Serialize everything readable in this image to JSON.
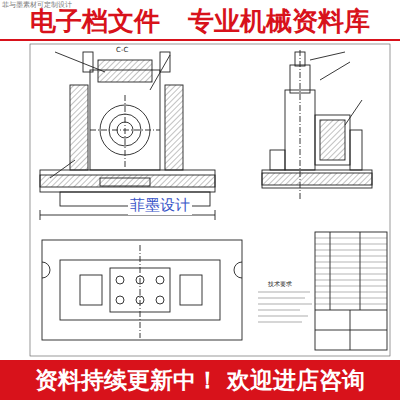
{
  "diagram": {
    "title": "电子档文件 专业机械资料库",
    "nodes": [
      {
        "text": [
          "资料持续更新中！ 欢迎进店咨询"
        ]
      }
    ],
    "labels": [
      "菲与墨素材可定制设计",
      "C-C",
      "菲墨设计",
      "技术要求"
    ]
  }
}
